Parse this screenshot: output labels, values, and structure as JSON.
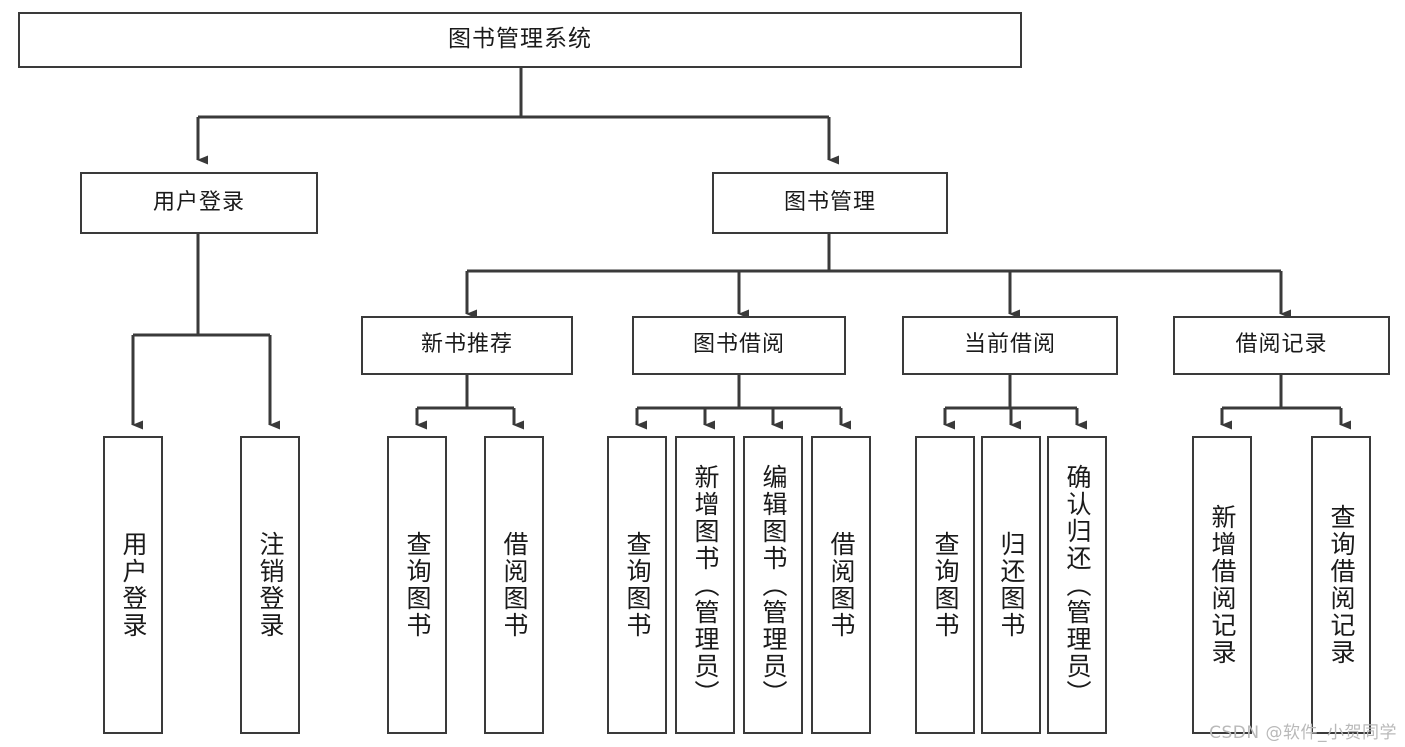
{
  "diagram": {
    "type": "tree-hierarchy",
    "title": "图书管理系统",
    "orientation": "top-down",
    "watermark": "CSDN @软件_小贺同学",
    "colors": {
      "box_stroke": "#3a3a3a",
      "box_fill": "#ffffff",
      "connector": "#3a3a3a",
      "text": "#1a1a1a",
      "watermark": "#b9b9b9",
      "background": "#ffffff"
    },
    "nodes": {
      "root": {
        "label": "图书管理系统",
        "level": 1
      },
      "user_login": {
        "label": "用户登录",
        "level": 2
      },
      "book_manage": {
        "label": "图书管理",
        "level": 2
      },
      "new_book_rec": {
        "label": "新书推荐",
        "level": 3
      },
      "book_borrow": {
        "label": "图书借阅",
        "level": 3
      },
      "current_borrow": {
        "label": "当前借阅",
        "level": 3
      },
      "borrow_record": {
        "label": "借阅记录",
        "level": 3
      }
    },
    "leaves": {
      "user_login": [
        {
          "label": "用户登录"
        },
        {
          "label": "注销登录"
        }
      ],
      "new_book_rec": [
        {
          "label": "查询图书"
        },
        {
          "label": "借阅图书"
        }
      ],
      "book_borrow": [
        {
          "label": "查询图书"
        },
        {
          "label": "新增图书（管理员）"
        },
        {
          "label": "编辑图书（管理员）"
        },
        {
          "label": "借阅图书"
        }
      ],
      "current_borrow": [
        {
          "label": "查询图书"
        },
        {
          "label": "归还图书"
        },
        {
          "label": "确认归还（管理员）"
        }
      ],
      "borrow_record": [
        {
          "label": "新增借阅记录"
        },
        {
          "label": "查询借阅记录"
        }
      ]
    }
  }
}
